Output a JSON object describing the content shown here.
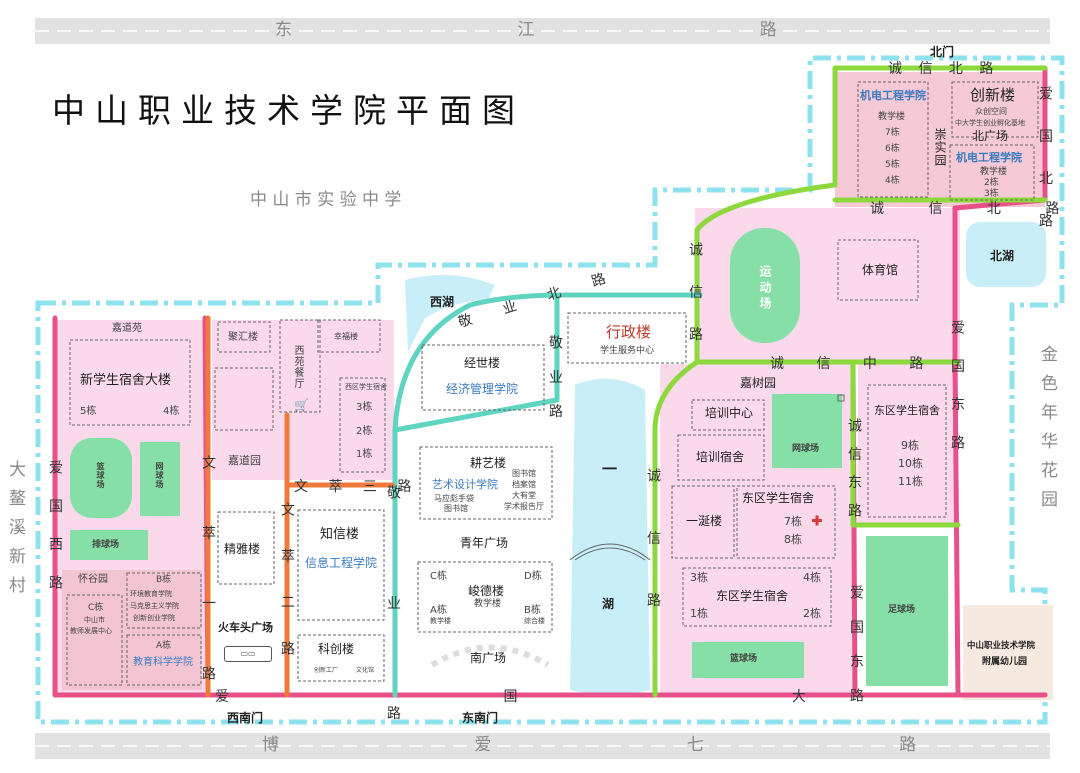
{
  "title": "中山职业技术学院平面图",
  "roads": {
    "top": "东 江 路",
    "bottom": "博 爱 七 路",
    "left_outer": "大鳌溪新村",
    "right_outer": "金色年华花园",
    "middle_school": "中 山 市 实 验 中 学",
    "chengxin_north_top": "诚 信 北 路",
    "chengxin_north_mid": "诚 信 北 路",
    "aiguo_north": "爱 国 北 路",
    "aiguo_east": "爱 国 东 路",
    "aiguo_east_lower": "爱 国 东 路",
    "aiguo_west": "爱 国 西 路",
    "aiguo_south": "爱 国 大 道",
    "chengxin_west_upper": "诚 信 路",
    "chengxin_west_lower": "诚 信 路",
    "chengxin_middle": "诚 信 中 路",
    "chengxin_east": "诚 信 东 路",
    "jingye_north": "敬 业 北 路",
    "jingye_mid": "敬 业 路",
    "jingye_lower": "敬 业 路",
    "wencui_3": "文 萃 三 路",
    "wencui_1": "文 萃 一 路",
    "wencui_2": "文 萃 二 路"
  },
  "gates": {
    "north": "北门",
    "southwest": "西南门",
    "southeast": "东南门"
  },
  "water": {
    "west_lake": "西湖",
    "north_lake": "北湖",
    "yi_lake": "一",
    "yi_lake_2": "湖"
  },
  "north_zone": {
    "college": "机电工程学院",
    "building_label": "教学楼",
    "bldgs": [
      "7栋",
      "6栋",
      "5栋",
      "4栋"
    ],
    "chuangxin": "创新楼",
    "chuangxin_note1": "众创空间",
    "chuangxin_note2": "中大学生创业孵化基地",
    "garden": "崇实园",
    "north_square": "北广场",
    "college2": "机电工程学院",
    "b2_label": "教学楼",
    "b2_1": "2栋",
    "b2_2": "3栋"
  },
  "east_upper": {
    "stadium": "运动场",
    "gym": "体育馆"
  },
  "admin": {
    "name": "行政楼",
    "sub": "学生服务中心"
  },
  "jingshi": {
    "name": "经世楼",
    "college": "经济管理学院"
  },
  "gengyi": {
    "name": "耕艺楼",
    "college": "艺术设计学院",
    "note1": "马应彪手袋",
    "note2": "图书馆",
    "r1": "图书馆",
    "r2": "档案馆",
    "r3": "大有堂",
    "r4": "学术报告厅"
  },
  "youth_square": "青年广场",
  "junde": {
    "name": "峻德楼",
    "sub": "教学楼",
    "c": "C栋",
    "d": "D栋",
    "a": "A栋",
    "b": "B栋",
    "a_note": "教学楼",
    "b_note": "综合楼"
  },
  "south_square": "南广场",
  "jiashu": {
    "name": "嘉树园",
    "training_center": "培训中心",
    "training_dorm": "培训宿舍",
    "basketball": "网球场",
    "yijian": "一涎楼",
    "east_dorm": "东区学生宿舍",
    "d7": "7栋",
    "d8": "8栋",
    "d3": "3栋",
    "d4": "4栋",
    "d1": "1栋",
    "d2": "2栋",
    "east_dorm2": "东区学生宿舍",
    "field": "篮球场"
  },
  "east_far": {
    "dorm": "东区学生宿舍",
    "d9": "9栋",
    "d10": "10栋",
    "d11": "11栋",
    "soccer": "足球场",
    "kindergarten1": "中山职业技术学院",
    "kindergarten2": "附属幼儿园"
  },
  "west_zone": {
    "jiadao": "嘉道苑",
    "new_dorm": "新学生宿舍大楼",
    "d5": "5栋",
    "d4": "4栋",
    "field1": "篮球场",
    "field2": "网球场",
    "volleyball": "排球场",
    "huaigu": "怀谷园",
    "c_bldg": "C栋",
    "c_note1": "中山市",
    "c_note2": "教师发展中心",
    "b_bldg": "B栋",
    "b_note1": "环境教育学院",
    "b_note2": "马克思主义学院",
    "b_note3": "创新创业学院",
    "a_bldg": "A栋",
    "a_college": "教育科学学院"
  },
  "mid_west": {
    "jinghui": "聚汇楼",
    "xingfu": "幸福楼",
    "west_canteen": "西苑餐厅",
    "jiadao_garden": "嘉道园",
    "west_dorm": "西区学生宿舍",
    "w3": "3栋",
    "w2": "2栋",
    "w1": "1栋",
    "jingya": "精雅楼",
    "zhixin": "知信楼",
    "zhixin_college": "信息工程学院",
    "train_square": "火车头广场",
    "kechuang": "科创楼",
    "kc_note1": "创新工厂",
    "kc_note2": "文化馆"
  },
  "colors": {
    "pink_road": "#e8508a",
    "green_road": "#8dd83c",
    "teal_road": "#5fd4c0",
    "orange_road": "#ef7a3c",
    "zone_pink": "#f9d9ea",
    "zone_red": "#f5c9d6",
    "field_green": "#86dfa6",
    "water_blue": "#c8eef8",
    "cyan_border": "#8de2ee",
    "road_gray": "#e2e2e2"
  }
}
